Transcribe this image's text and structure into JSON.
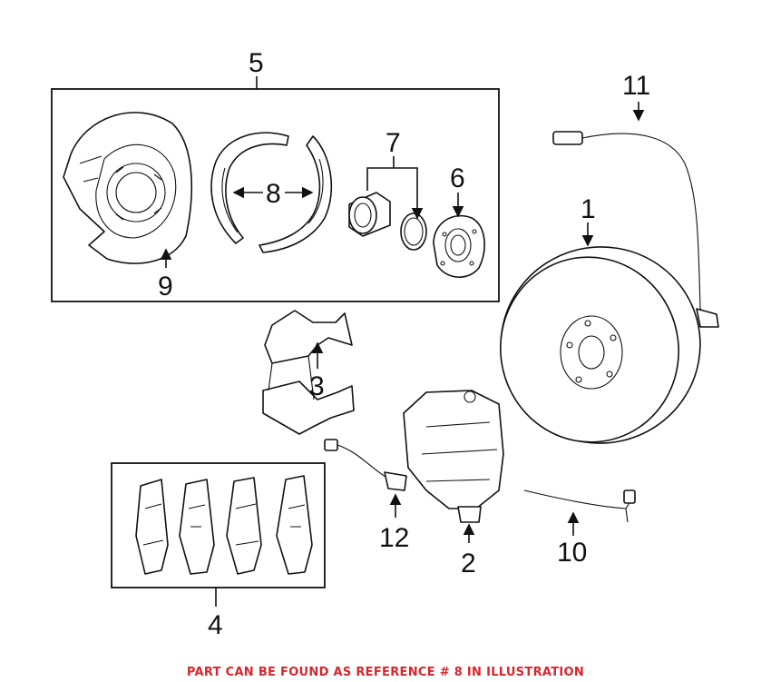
{
  "callouts": {
    "rotor": "1",
    "caliper": "2",
    "caliper_bracket": "3",
    "pad_set": "4",
    "parking_brake_kit": "5",
    "hub": "6",
    "bearing_ring": "7",
    "parking_shoes": "8",
    "backing_plate": "9",
    "wear_sensor_caliper": "10",
    "abs_sensor": "11",
    "wear_sensor_pad": "12"
  },
  "footer_note": "PART CAN BE FOUND AS REFERENCE # 8 IN ILLUSTRATION",
  "colors": {
    "footer_note": "#d9252b",
    "line": "#111111"
  }
}
